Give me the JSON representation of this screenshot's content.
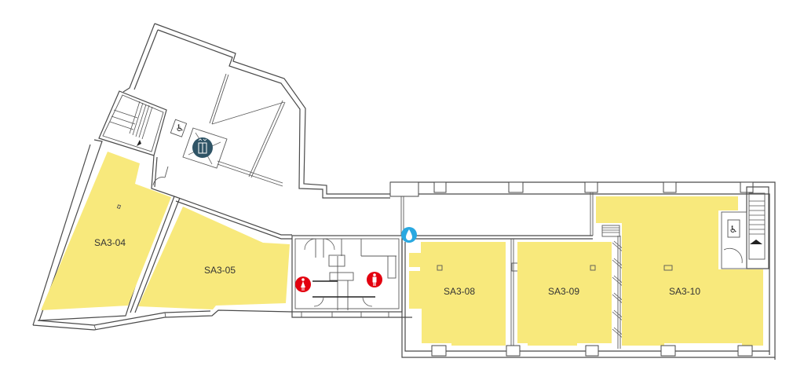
{
  "floor_plan": {
    "colors": {
      "room_fill": "#f8e97c",
      "wall": "#4a4a4a",
      "background": "#ffffff",
      "restroom_icon": "#e3000f",
      "water_icon": "#29a8e0",
      "elevator_icon": "#2f5466",
      "label": "#333333"
    },
    "rooms": [
      {
        "id": "SA3-04",
        "label": "SA3-04"
      },
      {
        "id": "SA3-05",
        "label": "SA3-05"
      },
      {
        "id": "SA3-08",
        "label": "SA3-08"
      },
      {
        "id": "SA3-09",
        "label": "SA3-09"
      },
      {
        "id": "SA3-10",
        "label": "SA3-10"
      }
    ],
    "icons": [
      {
        "name": "elevator-icon",
        "type": "elevator"
      },
      {
        "name": "wheelchair-icon-west",
        "type": "accessible"
      },
      {
        "name": "wheelchair-icon-east",
        "type": "accessible"
      },
      {
        "name": "womens-restroom-icon",
        "type": "restroom-women"
      },
      {
        "name": "mens-restroom-icon",
        "type": "restroom-men"
      },
      {
        "name": "water-fountain-icon",
        "type": "water"
      }
    ]
  }
}
